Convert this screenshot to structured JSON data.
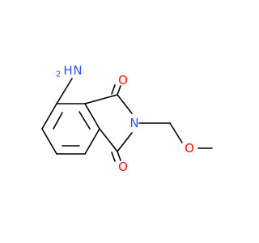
{
  "molecule": {
    "atoms": {
      "amine_h": "H",
      "amine_sub": "2",
      "amine_n": "N",
      "ring_n": "N",
      "carbonyl_o_top": "O",
      "carbonyl_o_bottom": "O",
      "ether_o": "O"
    },
    "colors": {
      "bond": "#000000",
      "nitrogen": "#3050f8",
      "oxygen": "#ff0d0d",
      "background": "#ffffff"
    }
  }
}
